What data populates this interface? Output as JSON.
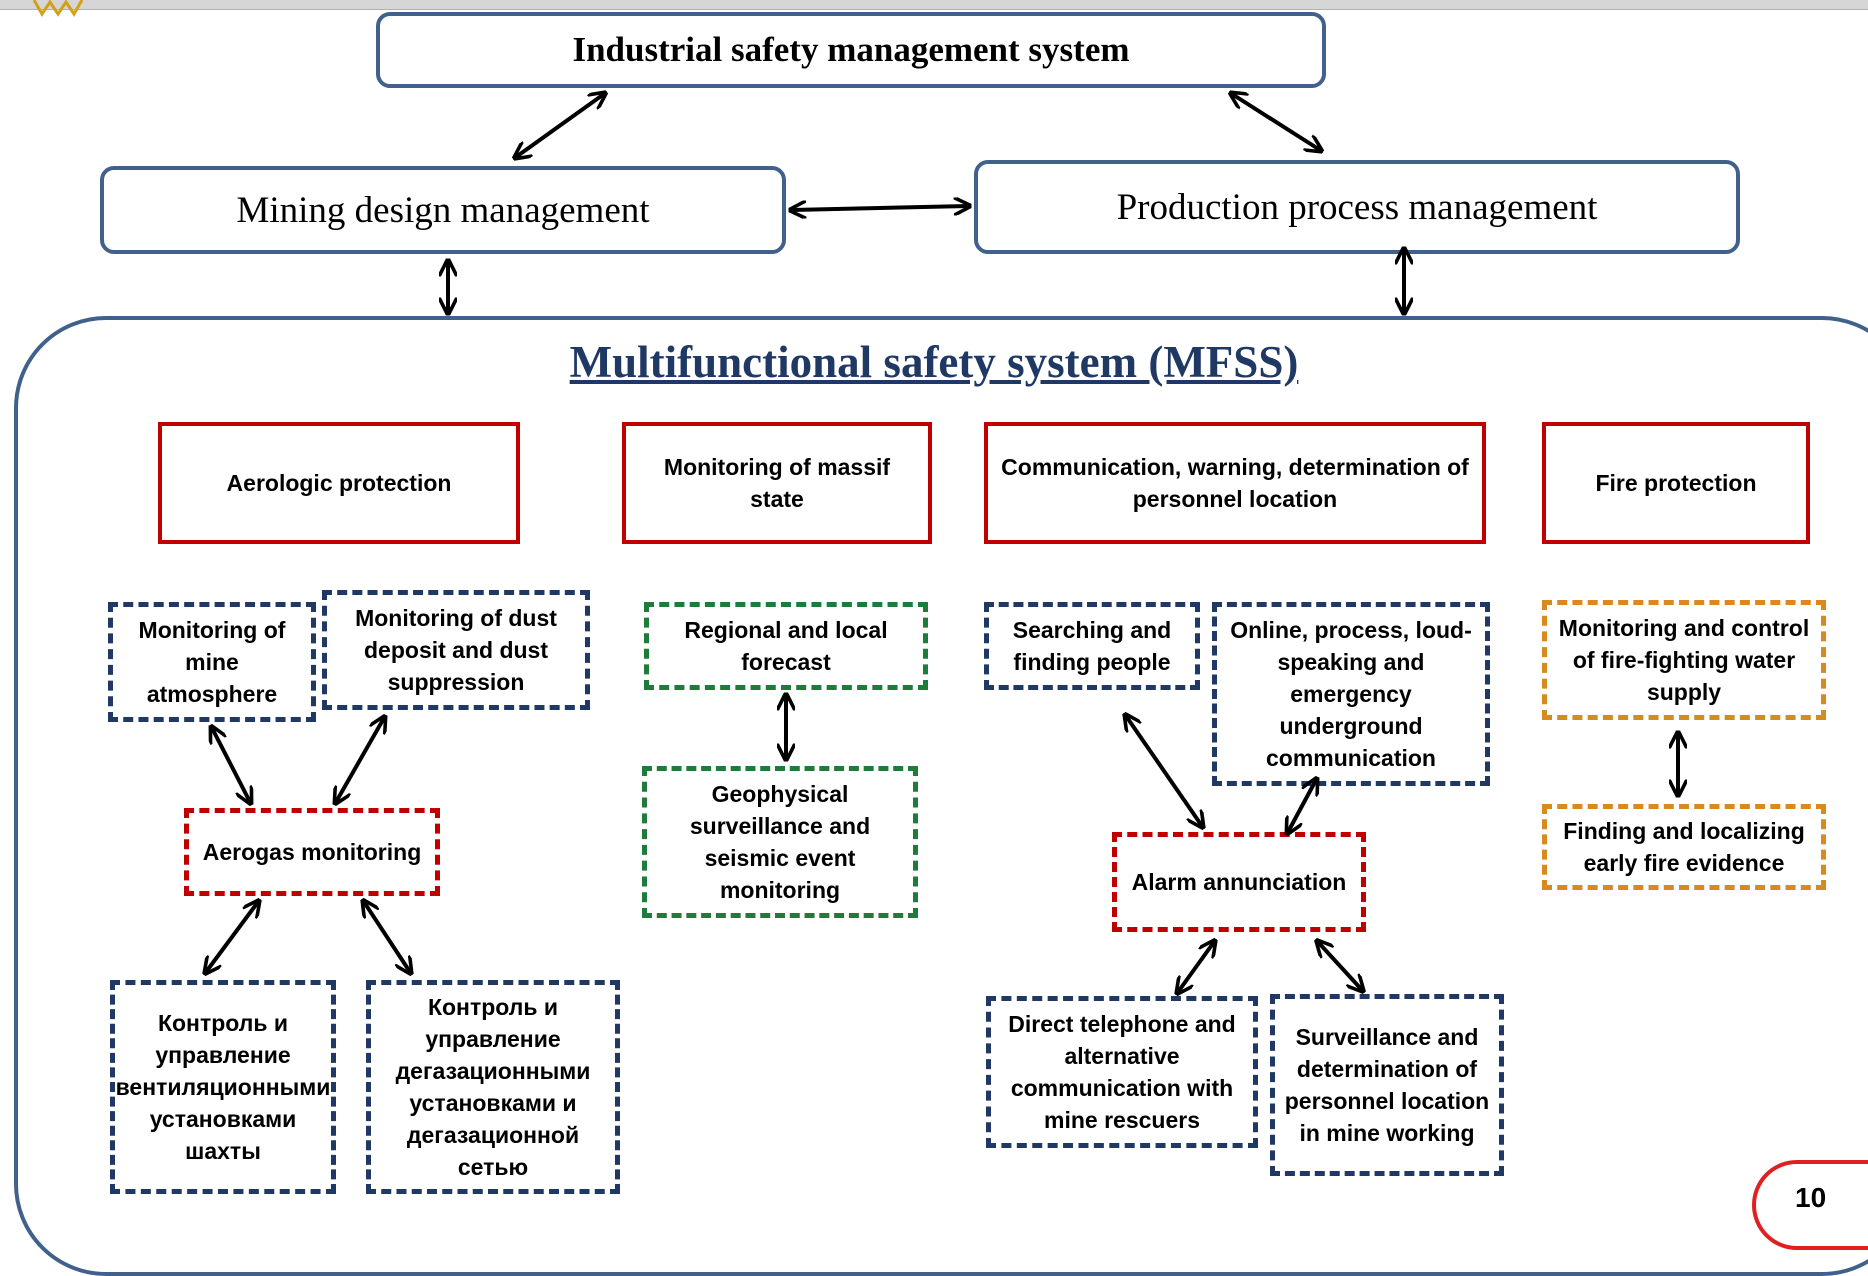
{
  "management": {
    "industrial": "Industrial safety management system",
    "mining_design": "Mining design management",
    "production": "Production process management"
  },
  "mfss": {
    "title": "Multifunctional safety system (MFSS)"
  },
  "functions": {
    "aerologic": "Aerologic protection",
    "massif": "Monitoring of massif state",
    "communication": "Communication, warning, determination of personnel location",
    "fire": "Fire protection"
  },
  "aerologic": {
    "mine_atmosphere": "Monitoring of mine atmosphere",
    "dust": "Monitoring of dust deposit and dust suppression",
    "aerogas": "Aerogas monitoring",
    "ventilation": "Контроль и управление вентиляционными установками шахты",
    "degassing": "Контроль и управление дегазационными установками и дегазационной сетью"
  },
  "massif": {
    "forecast": "Regional and local forecast",
    "geophysical": "Geophysical surveillance and seismic event monitoring"
  },
  "communication": {
    "searching": "Searching and finding people",
    "online": "Online, process, loud-speaking and emergency underground communication",
    "alarm": "Alarm annunciation",
    "telephone": "Direct telephone and alternative communication with mine rescuers",
    "surveillance": "Surveillance and determination of personnel location in mine working"
  },
  "fire": {
    "water": "Monitoring and control of fire-fighting water supply",
    "early": "Finding and localizing early fire evidence"
  },
  "page_number": "10"
}
